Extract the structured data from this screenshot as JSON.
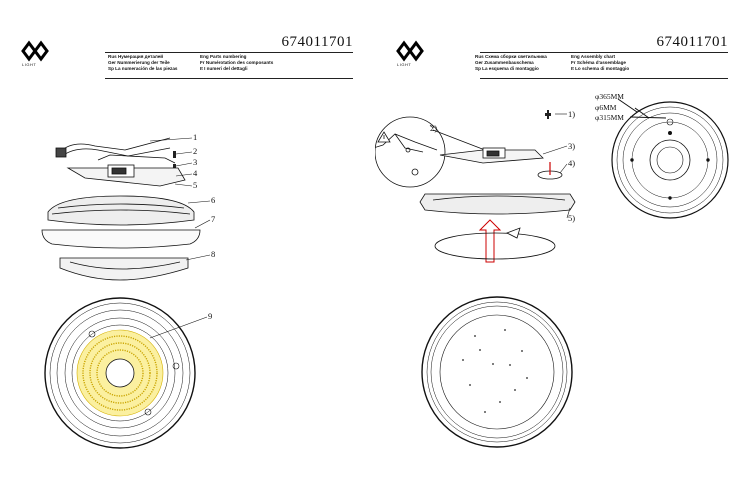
{
  "left_page": {
    "logo_text": "LIGHT",
    "code": "674011701",
    "header_col1": [
      "Rus Нумерация деталей",
      "Ger Nummerierung der Teile",
      "Sp La numeración de las piezas"
    ],
    "header_col2": [
      "Eng Parts numbering",
      "Fr Numérotation des composants",
      "It I numeri del dettagli"
    ],
    "callouts": [
      "1",
      "2",
      "3",
      "4",
      "5",
      "6",
      "7",
      "8",
      "9"
    ]
  },
  "right_page": {
    "logo_text": "LIGHT",
    "code": "674011701",
    "header_col1": [
      "Rus Схема сборки светильника",
      "Ger Zusammenbauschema",
      "Sp La esquema di montaggio"
    ],
    "header_col2": [
      "Eng Assembly chart",
      "Fr Schéma d'assemblage",
      "It Lo schema di montaggio"
    ],
    "callouts": [
      "1)",
      "2)",
      "3)",
      "4)",
      "5)"
    ],
    "dimensions": [
      "φ365MM",
      "φ6MM",
      "φ315MM"
    ]
  }
}
